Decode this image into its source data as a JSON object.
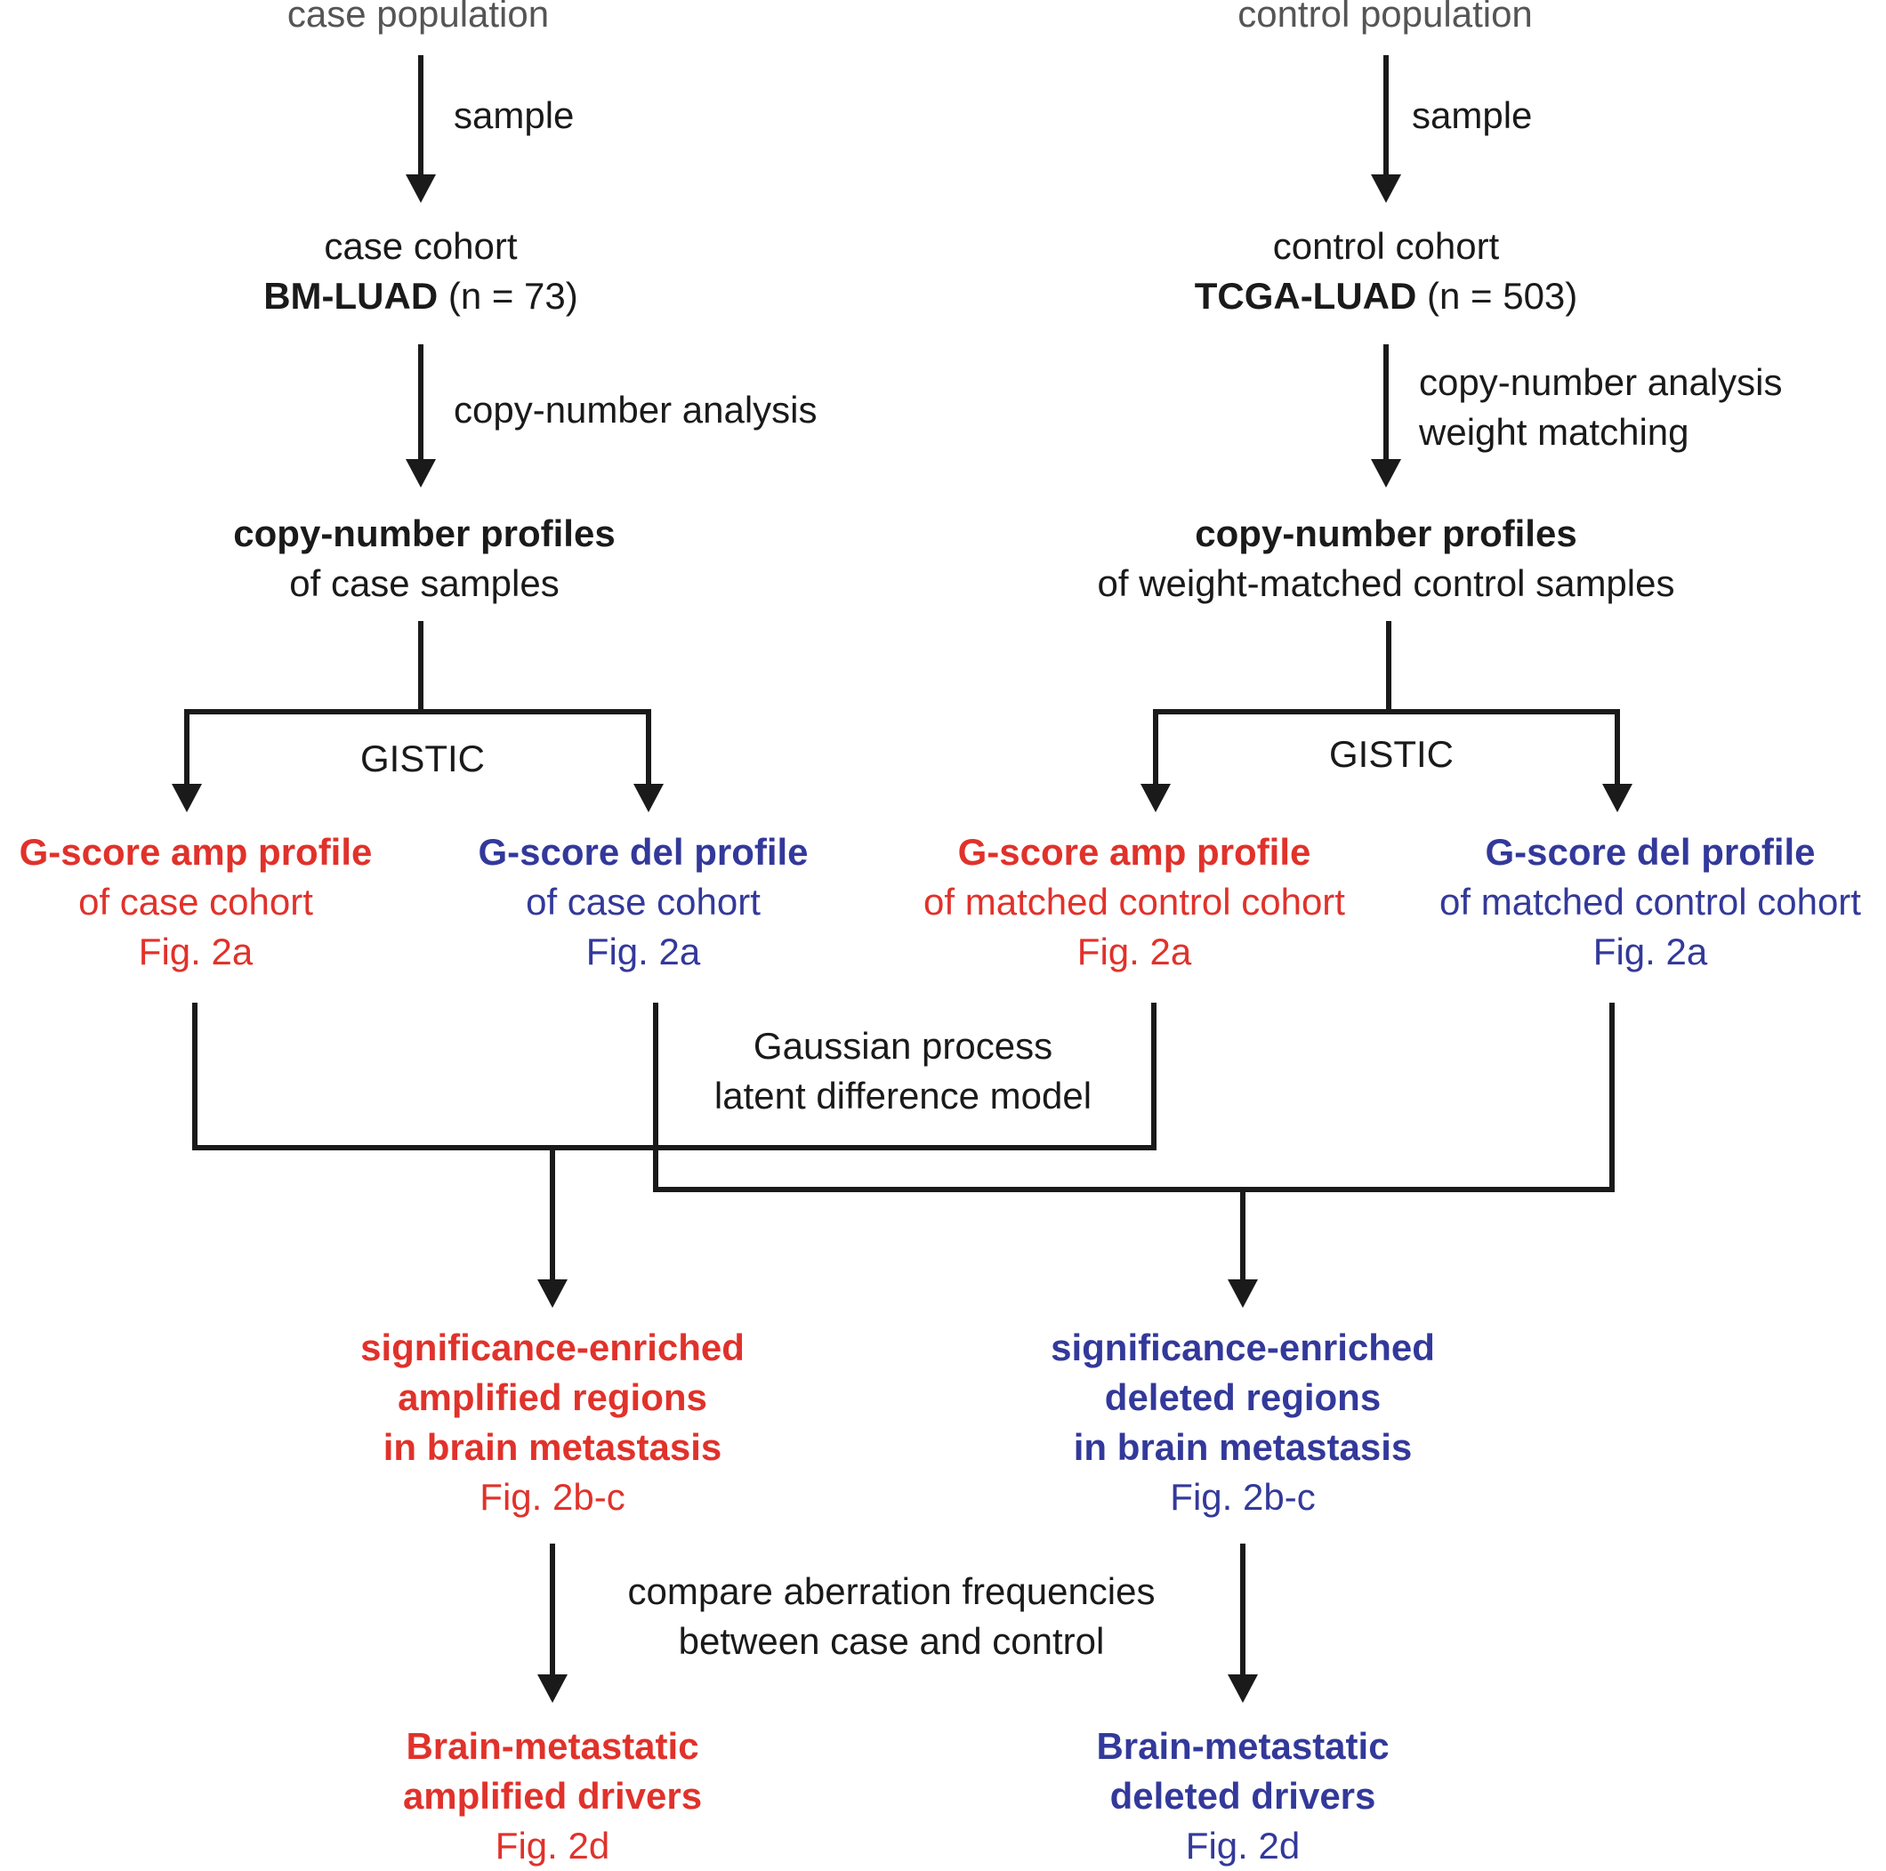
{
  "left": {
    "population": "case population",
    "sample_label": "sample",
    "cohort_title": "case cohort",
    "cohort_name": "BM-LUAD",
    "cohort_n": " (n = 73)",
    "analysis_label": "copy-number analysis",
    "profiles_title": "copy-number profiles",
    "profiles_sub": "of case samples",
    "gistic_label": "GISTIC",
    "amp": {
      "title": "G-score amp profile",
      "sub": "of case cohort",
      "fig": "Fig. 2a"
    },
    "del": {
      "title": "G-score del profile",
      "sub": "of case cohort",
      "fig": "Fig. 2a"
    }
  },
  "right": {
    "population": "control population",
    "sample_label": "sample",
    "cohort_title": "control cohort",
    "cohort_name": "TCGA-LUAD",
    "cohort_n": " (n = 503)",
    "analysis_label_1": "copy-number analysis",
    "analysis_label_2": "weight matching",
    "profiles_title": "copy-number profiles",
    "profiles_sub": "of weight-matched control samples",
    "gistic_label": "GISTIC",
    "amp": {
      "title": "G-score amp profile",
      "sub": "of matched control cohort",
      "fig": "Fig. 2a"
    },
    "del": {
      "title": "G-score del profile",
      "sub": "of matched control cohort",
      "fig": "Fig. 2a"
    }
  },
  "model": {
    "line1": "Gaussian process",
    "line2": "latent difference model"
  },
  "enriched": {
    "amp": {
      "line1": "significance-enriched",
      "line2": "amplified regions",
      "line3": "in brain metastasis",
      "fig": "Fig. 2b-c"
    },
    "del": {
      "line1": "significance-enriched",
      "line2": "deleted regions",
      "line3": "in brain metastasis",
      "fig": "Fig. 2b-c"
    }
  },
  "compare": {
    "line1": "compare aberration frequencies",
    "line2": "between case and control"
  },
  "drivers": {
    "amp": {
      "line1": "Brain-metastatic",
      "line2": "amplified drivers",
      "fig": "Fig. 2d"
    },
    "del": {
      "line1": "Brain-metastatic",
      "line2": "deleted drivers",
      "fig": "Fig. 2d"
    }
  },
  "colors": {
    "amplification": "#e0322b",
    "deletion": "#33399a",
    "connector": "#1a1a1a"
  }
}
